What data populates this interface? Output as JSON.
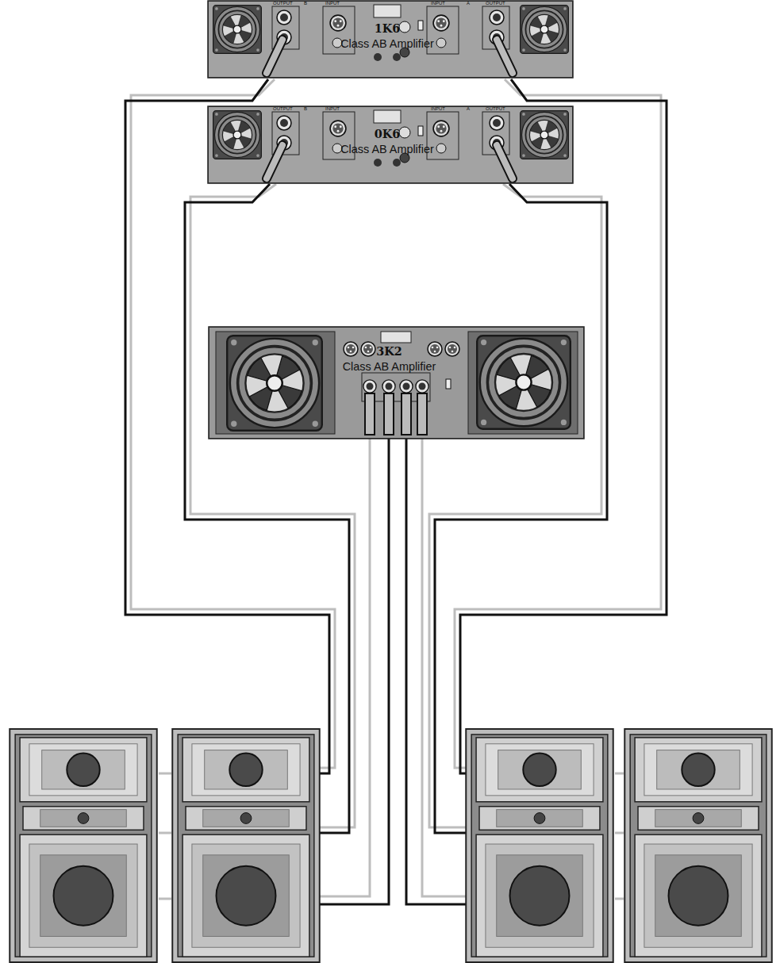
{
  "diagram": {
    "nodes": [
      {
        "text": [
          "1K6",
          "Class AB Amplifier"
        ]
      },
      {
        "text": [
          "0K6",
          "Class AB Amplifier"
        ]
      },
      {
        "text": [
          "3K2",
          "Class AB Amplifier"
        ]
      }
    ],
    "labels": [
      "OUTPUT",
      "B",
      "INPUT",
      "INPUT",
      "A",
      "OUTPUT",
      "OUTPUT",
      "B",
      "INPUT",
      "INPUT",
      "A",
      "OUTPUT"
    ]
  }
}
